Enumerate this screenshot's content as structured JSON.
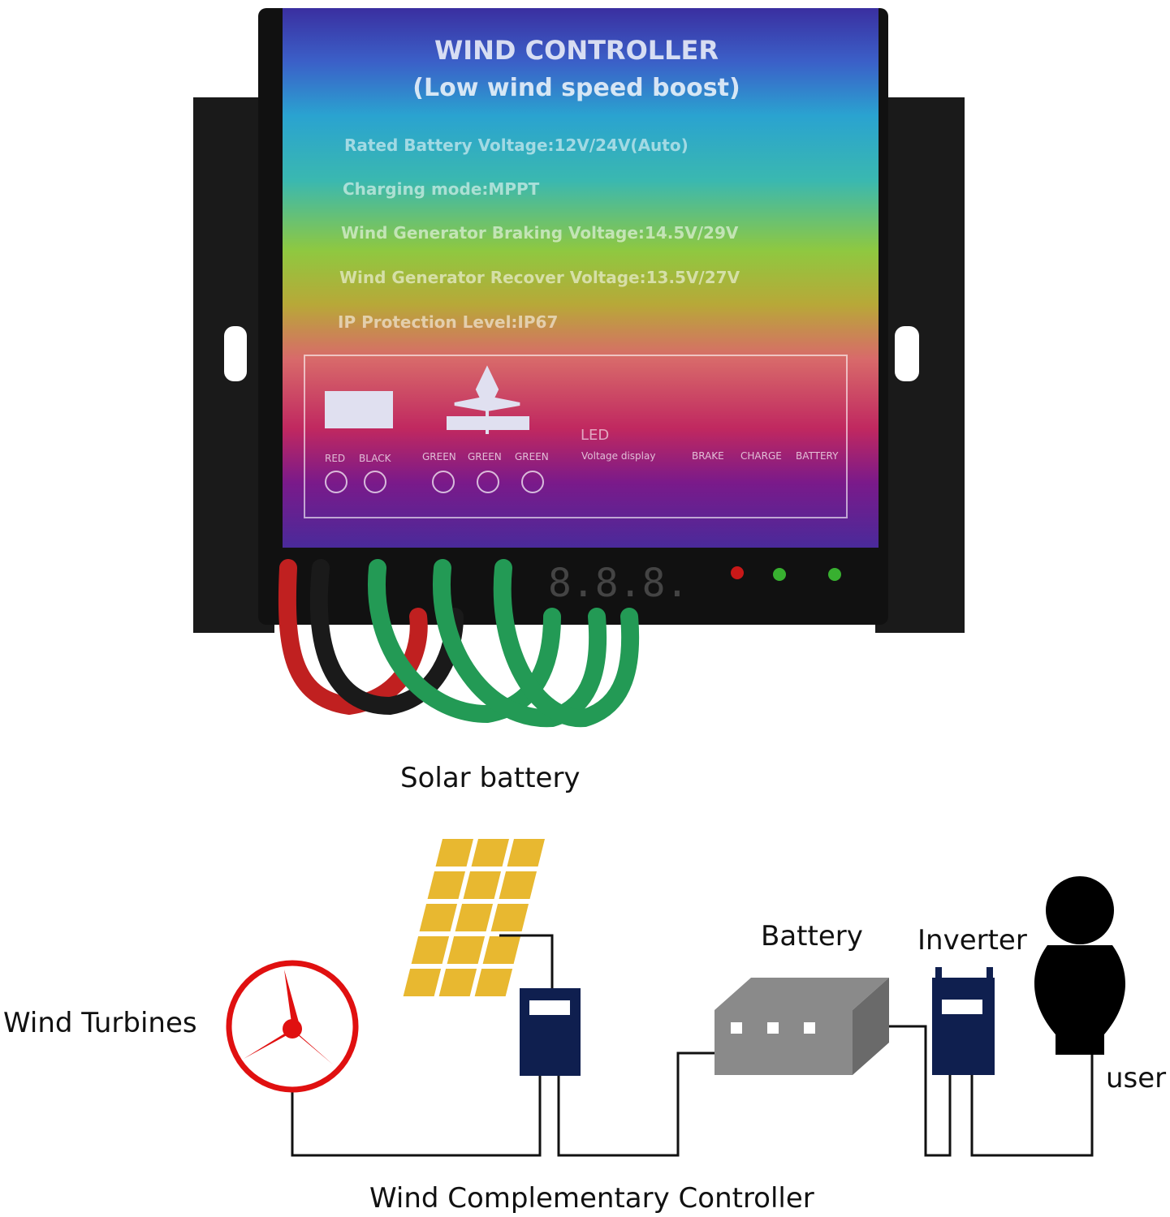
{
  "product": {
    "title": "WIND CONTROLLER",
    "subtitle": "(Low wind speed  boost)",
    "specs": [
      "Rated Battery Voltage:12V/24V(Auto)",
      "Charging mode:MPPT",
      "Wind Generator Braking Voltage:14.5V/29V",
      "Wind Generator Recover Voltage:13.5V/27V",
      "IP Protection Level:IP67"
    ],
    "terminals": [
      "RED",
      "BLACK",
      "GREEN",
      "GREEN",
      "GREEN"
    ],
    "led_title": "LED",
    "led_sub": "Voltage display",
    "indicators": [
      "BRAKE",
      "CHARGE",
      "BATTERY"
    ],
    "display_value": "8.8.8."
  },
  "diagram": {
    "solar_label": "Solar battery",
    "wind_label": "Wind Turbines",
    "battery_label": "Battery",
    "inverter_label": "Inverter",
    "user_label": "user",
    "controller_label": "Wind Complementary Controller",
    "colors": {
      "turbine": "#e01010",
      "panel": "#e8b830",
      "device": "#0f1f4f",
      "battery": "#8a8a8a"
    }
  }
}
